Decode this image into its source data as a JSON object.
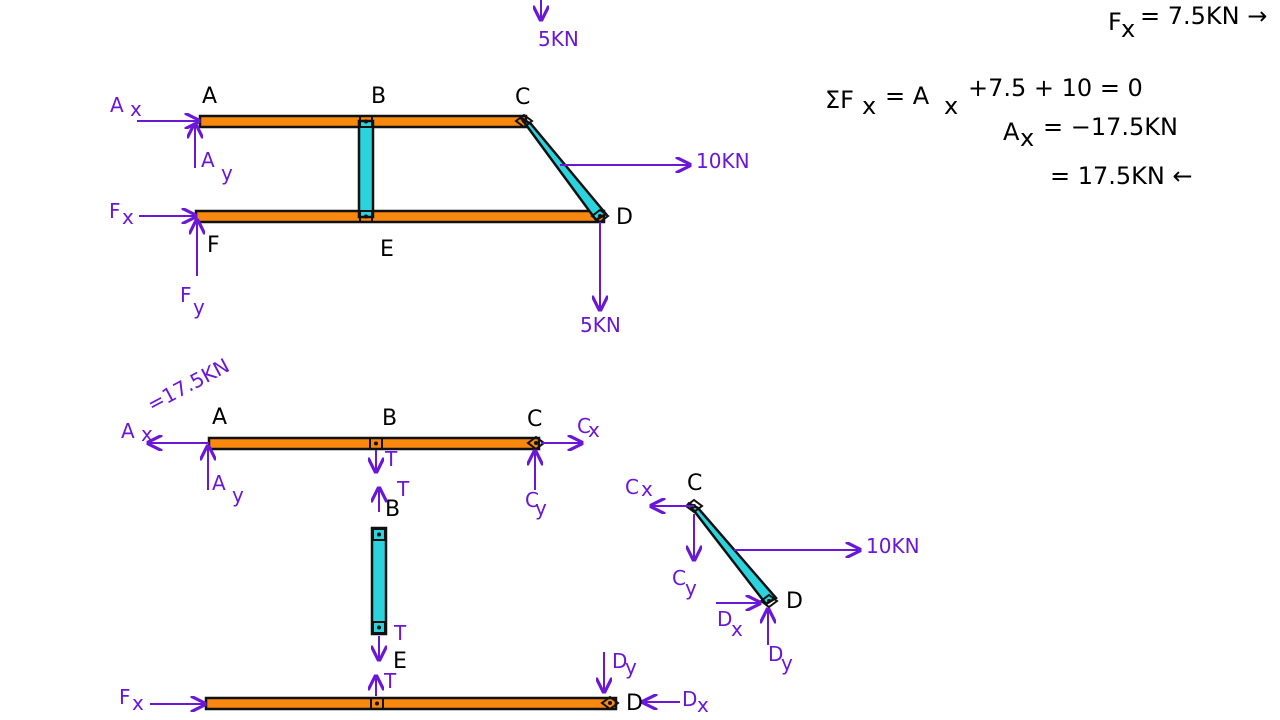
{
  "labels": {
    "top_load": "5KN",
    "fx_given": "F",
    "fx_given_sub": "x",
    "fx_given_value": "= 7.5KN →",
    "eq1_lhs": "ΣF",
    "eq1_sub": "x",
    "eq1_mid": "= A",
    "eq1_mid_sub": "x",
    "eq1_rhs": "+7.5 + 10 = 0",
    "eq2_lhs": "A",
    "eq2_sub": "x",
    "eq2_rhs": "= −17.5KN",
    "eq3": "= 17.5KN ←",
    "A1": "A",
    "B1": "B",
    "C1": "C",
    "D1": "D",
    "E1": "E",
    "F1": "F",
    "Ax1": "A",
    "Ax1_sub": "x",
    "Ay1": "A",
    "Ay1_sub": "y",
    "Fx1": "F",
    "Fx1_sub": "x",
    "Fy1": "F",
    "Fy1_sub": "y",
    "load10_1": "10KN",
    "load5_1": "5KN",
    "A2": "A",
    "B2": "B",
    "C2": "C",
    "Ax2": "A",
    "Ax2_sub": "x",
    "Ax2_value": "=17.5KN",
    "Ay2": "A",
    "Ay2_sub": "y",
    "Cx2": "C",
    "Cx2_sub": "x",
    "Cy2": "C",
    "Cy2_sub": "y",
    "T_b_top": "T",
    "B3": "B",
    "T_b": "T",
    "T_e": "T",
    "E3": "E",
    "T_e_bottom": "T",
    "C3": "C",
    "Cx3": "C",
    "Cx3_sub": "x",
    "Cy3": "C",
    "Cy3_sub": "y",
    "load10_2": "10KN",
    "D3": "D",
    "Dx3": "D",
    "Dx3_sub": "x",
    "Dy3": "D",
    "Dy3_sub": "y",
    "Fx4": "F",
    "Fx4_sub": "x",
    "Dy4": "D",
    "Dy4_sub": "y",
    "D4": "D",
    "Dx4": "D",
    "Dx4_sub": "x"
  },
  "colors": {
    "orange_member": "#f9880f",
    "cyan_member": "#2bd3dd",
    "force_arrow": "#6a17d8",
    "ink": "#000000"
  }
}
